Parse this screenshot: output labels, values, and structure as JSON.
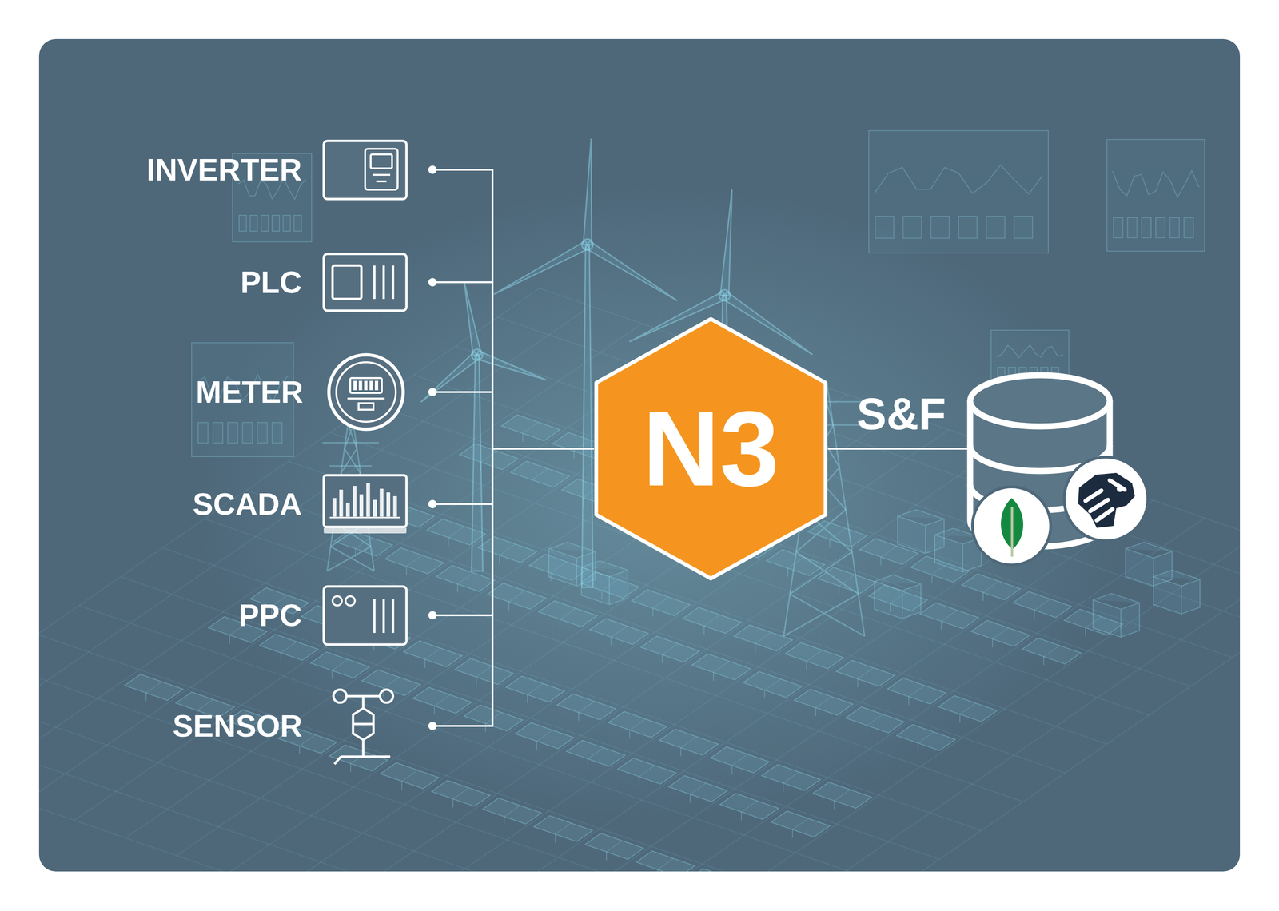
{
  "diagram": {
    "nodes": [
      {
        "text": [
          "INVERTER"
        ]
      },
      {
        "text": [
          "PLC"
        ]
      },
      {
        "text": [
          "METER"
        ]
      },
      {
        "text": [
          "SCADA"
        ]
      },
      {
        "text": [
          "PPC"
        ]
      },
      {
        "text": [
          "SENSOR"
        ]
      },
      {
        "text": [
          "N3"
        ]
      }
    ],
    "edges": [
      {
        "from": 0,
        "to": 6,
        "arrow": "none"
      },
      {
        "from": 1,
        "to": 6,
        "arrow": "none"
      },
      {
        "from": 2,
        "to": 6,
        "arrow": "none"
      },
      {
        "from": 3,
        "to": 6,
        "arrow": "none"
      },
      {
        "from": 4,
        "to": 6,
        "arrow": "none"
      },
      {
        "from": 5,
        "to": 6,
        "arrow": "none"
      }
    ],
    "labels": [
      "S&F"
    ]
  }
}
